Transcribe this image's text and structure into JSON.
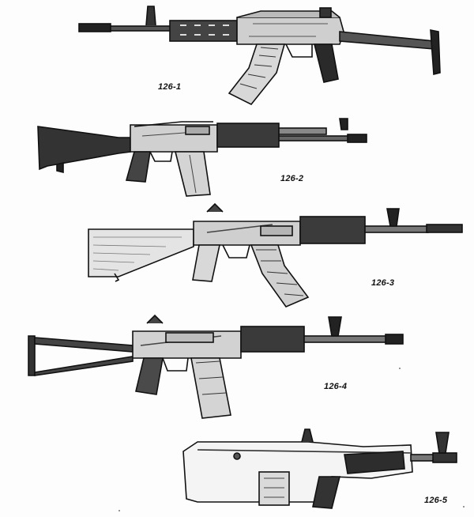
{
  "captions": {
    "fig1": "126-1",
    "fig2": "126-2",
    "fig3": "126-3",
    "fig4": "126-4",
    "fig5": "126-5"
  },
  "colors": {
    "ink": "#111111",
    "hatch": "#2a2a2a",
    "paper": "#fdfdfd"
  }
}
